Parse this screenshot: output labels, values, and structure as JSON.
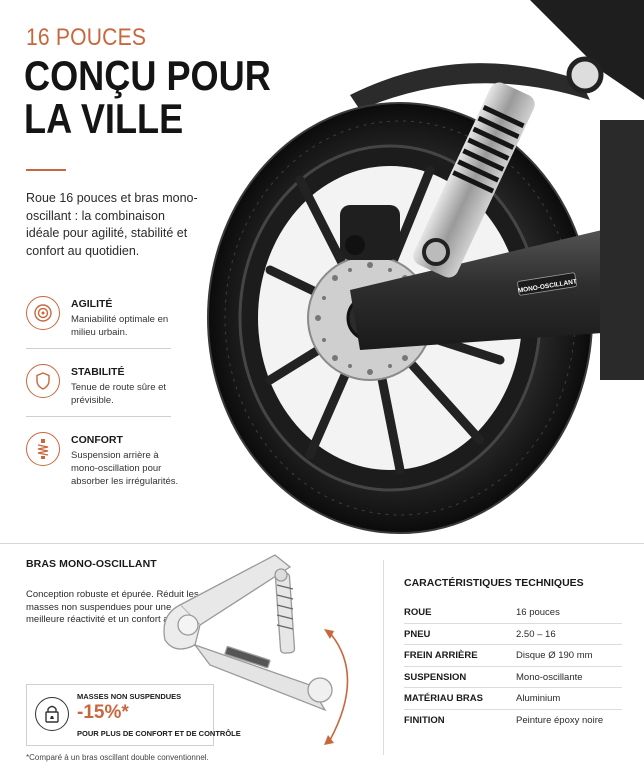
{
  "header": {
    "kicker": "16 POUCES",
    "title": "CONÇU POUR LA VILLE",
    "intro": "Roue 16 pouces et bras mono-oscillant : la combinaison idéale pour agilité, stabilité et confort au quotidien."
  },
  "hero": {
    "arm_label": "MONO-OSCILLANT"
  },
  "features": [
    {
      "icon": "target-icon",
      "title": "AGILITÉ",
      "desc": "Maniabilité optimale en milieu urbain."
    },
    {
      "icon": "shield-icon",
      "title": "STABILITÉ",
      "desc": "Tenue de route sûre et prévisible."
    },
    {
      "icon": "shock-absorber-icon",
      "title": "CONFORT",
      "desc": "Suspension arrière à mono-oscillation pour absorber les irrégularités."
    }
  ],
  "bras": {
    "title": "BRAS MONO-OSCILLANT",
    "desc": "Conception robuste et épurée. Réduit les masses non suspendues pour une meilleure réactivité et un confort accru.",
    "badge_label": "MASSES NON SUSPENDUES",
    "badge_value": "-15%*",
    "badge_caption": "POUR PLUS DE CONFORT ET DE CONTRÔLE",
    "footnote": "*Comparé à un bras oscillant double conventionnel."
  },
  "specs": {
    "title": "CARACTÉRISTIQUES TECHNIQUES",
    "rows": [
      {
        "k": "ROUE",
        "v": "16 pouces"
      },
      {
        "k": "PNEU",
        "v": "2.50 – 16"
      },
      {
        "k": "FREIN ARRIÈRE",
        "v": "Disque Ø 190 mm"
      },
      {
        "k": "SUSPENSION",
        "v": "Mono-oscillante"
      },
      {
        "k": "MATÉRIAU BRAS",
        "v": "Aluminium"
      },
      {
        "k": "FINITION",
        "v": "Peinture époxy noire"
      }
    ]
  },
  "colors": {
    "accent": "#c8673d",
    "text": "#1a1a1a"
  }
}
